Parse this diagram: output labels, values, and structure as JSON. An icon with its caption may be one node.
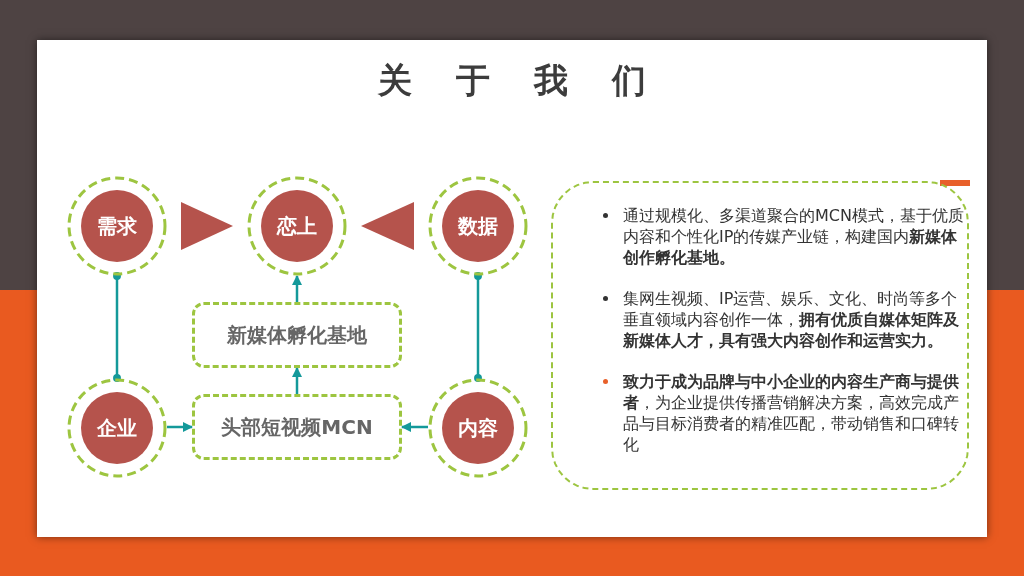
{
  "diagram": {
    "title": "关于我们",
    "nodes": [
      {
        "text": [
          "需求"
        ]
      },
      {
        "text": [
          "恋上"
        ]
      },
      {
        "text": [
          "数据"
        ]
      },
      {
        "text": [
          "新媒体孵化基地"
        ]
      },
      {
        "text": [
          "企业"
        ]
      },
      {
        "text": [
          "头部短视频MCN"
        ]
      },
      {
        "text": [
          "内容"
        ]
      },
      {
        "text": [
          "通过规模化、多渠道聚合的MCN模式，基于优质内容和个性化IP的传媒产业链，构建国内**新媒体创作孵化基地。**",
          "集网生视频、IP运营、娱乐、文化、时尚等多个垂直领域内容创作一体，**拥有优质自媒体矩阵及新媒体人才，具有强大内容创作和运营实力。**",
          "**致力于成为品牌与中小企业的内容生产商与提供者**，为企业提供传播营销解决方案，高效完成产品与目标消费者的精准匹配，带动销售和口碑转化"
        ]
      }
    ],
    "edges": [
      {
        "from": 0,
        "to": 1,
        "arrow": "to",
        "style": "thick",
        "color": "#b5534c"
      },
      {
        "from": 2,
        "to": 1,
        "arrow": "to",
        "style": "thick",
        "color": "#b5534c"
      },
      {
        "from": 0,
        "to": 4,
        "arrow": "other"
      },
      {
        "from": 2,
        "to": 6,
        "arrow": "other"
      },
      {
        "from": 5,
        "to": 3,
        "arrow": "to"
      },
      {
        "from": 3,
        "to": 1,
        "arrow": "to"
      },
      {
        "from": 4,
        "to": 5,
        "arrow": "to"
      },
      {
        "from": 6,
        "to": 5,
        "arrow": "to"
      }
    ]
  }
}
